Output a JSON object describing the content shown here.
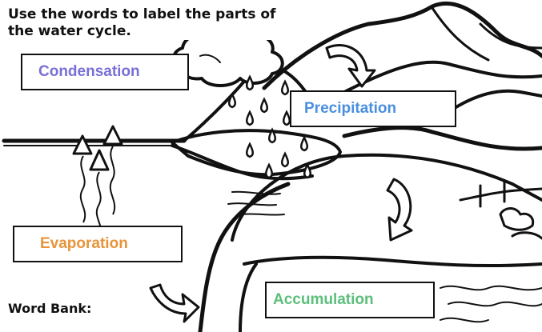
{
  "instructions": "Use the words to label the parts of the water cycle.",
  "labels": {
    "condensation": {
      "text": "Condensation",
      "color": "#7a6fd6"
    },
    "precipitation": {
      "text": "Precipitation",
      "color": "#4a8fe0"
    },
    "evaporation": {
      "text": "Evaporation",
      "color": "#e8943a"
    },
    "accumulation": {
      "text": "Accumulation",
      "color": "#5cbf7c"
    }
  },
  "word_bank_label": "Word Bank:",
  "colors": {
    "ink": "#111111",
    "background": "#ffffff"
  }
}
